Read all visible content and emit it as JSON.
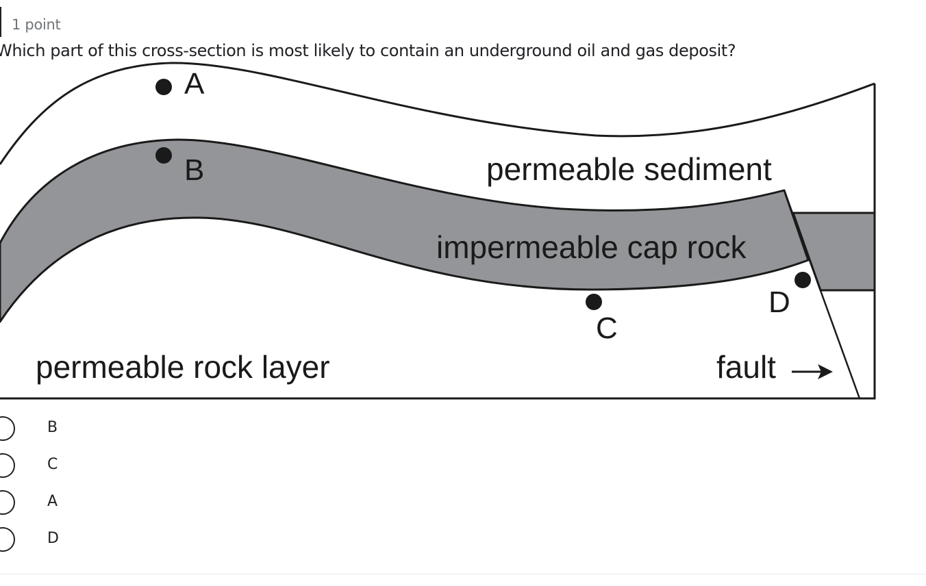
{
  "question": {
    "points": "1 point",
    "text": "Which part of this cross-section is most likely to contain an underground oil and gas deposit?"
  },
  "diagram": {
    "point_labels": {
      "a": "A",
      "b": "B",
      "c": "C",
      "d": "D"
    },
    "layer_labels": {
      "permeable_sediment": "permeable sediment",
      "cap_rock": "impermeable cap rock",
      "rock_layer": "permeable rock layer",
      "fault": "fault"
    },
    "colors": {
      "cap_rock_fill": "#939598",
      "line": "#1a1a1a"
    }
  },
  "options": [
    {
      "label": "B"
    },
    {
      "label": "C"
    },
    {
      "label": "A"
    },
    {
      "label": "D"
    }
  ]
}
